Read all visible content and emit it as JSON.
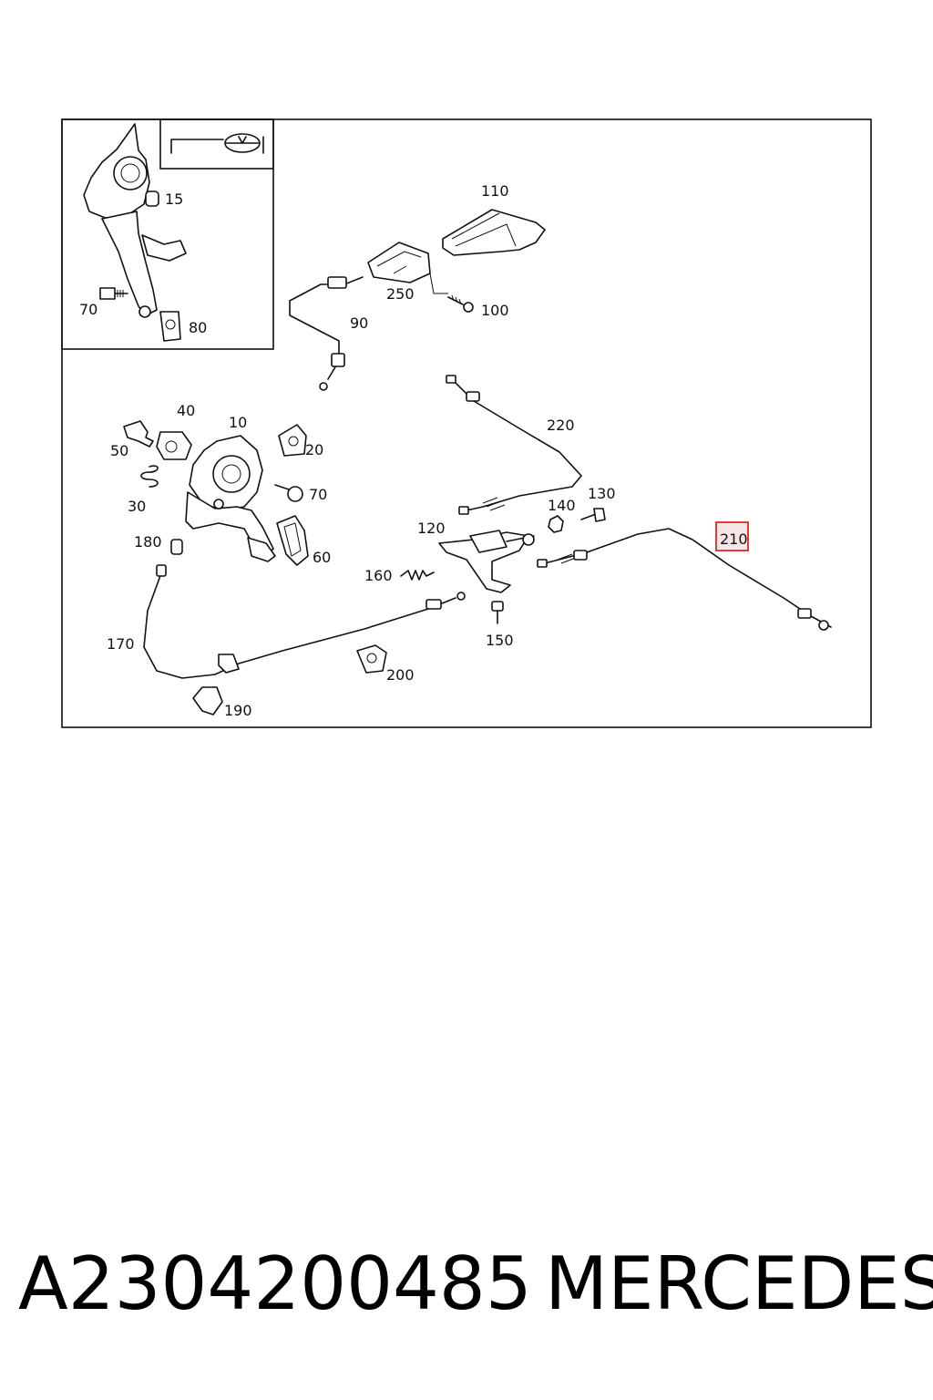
{
  "diagram": {
    "callouts": [
      "15",
      "70",
      "80",
      "110",
      "250",
      "100",
      "90",
      "40",
      "10",
      "50",
      "20",
      "30",
      "70",
      "180",
      "60",
      "220",
      "130",
      "140",
      "120",
      "160",
      "210",
      "170",
      "150",
      "200",
      "190"
    ],
    "highlighted_callout": "210",
    "highlight_color": "#e23b3b"
  },
  "caption": {
    "part_number": "A2304200485",
    "brand": "MERCEDES"
  }
}
